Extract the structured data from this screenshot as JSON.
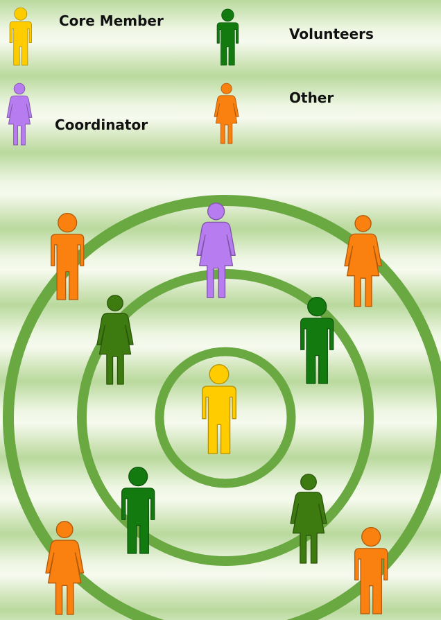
{
  "legend": [
    {
      "label": "Core Member",
      "role": "core",
      "icon": "male-person-icon"
    },
    {
      "label": "Volunteers",
      "role": "volunteer",
      "icon": "male-person-icon"
    },
    {
      "label": "Coordinator",
      "role": "coordinator",
      "icon": "female-person-icon"
    },
    {
      "label": "Other",
      "role": "other",
      "icon": "female-person-icon"
    }
  ],
  "colors": {
    "core": "#ffcc00",
    "volunteer": "#137a10",
    "volunteer_female": "#3d7a10",
    "coordinator": "#b77cf0",
    "other": "#fa8010",
    "ring": "#6aa841"
  },
  "rings": [
    {
      "name": "inner-ring",
      "level": "core"
    },
    {
      "name": "middle-ring",
      "level": "volunteers"
    },
    {
      "name": "outer-ring",
      "level": "coordinators-and-others"
    }
  ],
  "people": [
    {
      "name": "core-member-center",
      "role": "core",
      "gender": "male"
    },
    {
      "name": "volunteer-top-right",
      "role": "volunteer",
      "gender": "male"
    },
    {
      "name": "volunteer-top-left",
      "role": "volunteer_female",
      "gender": "female"
    },
    {
      "name": "volunteer-bottom-left",
      "role": "volunteer",
      "gender": "male"
    },
    {
      "name": "volunteer-bottom-right",
      "role": "volunteer_female",
      "gender": "female"
    },
    {
      "name": "coordinator-top",
      "role": "coordinator",
      "gender": "female"
    },
    {
      "name": "other-top-left",
      "role": "other",
      "gender": "male"
    },
    {
      "name": "other-top-right",
      "role": "other",
      "gender": "female"
    },
    {
      "name": "other-bottom-left",
      "role": "other",
      "gender": "female"
    },
    {
      "name": "other-bottom-right",
      "role": "other",
      "gender": "male"
    }
  ]
}
